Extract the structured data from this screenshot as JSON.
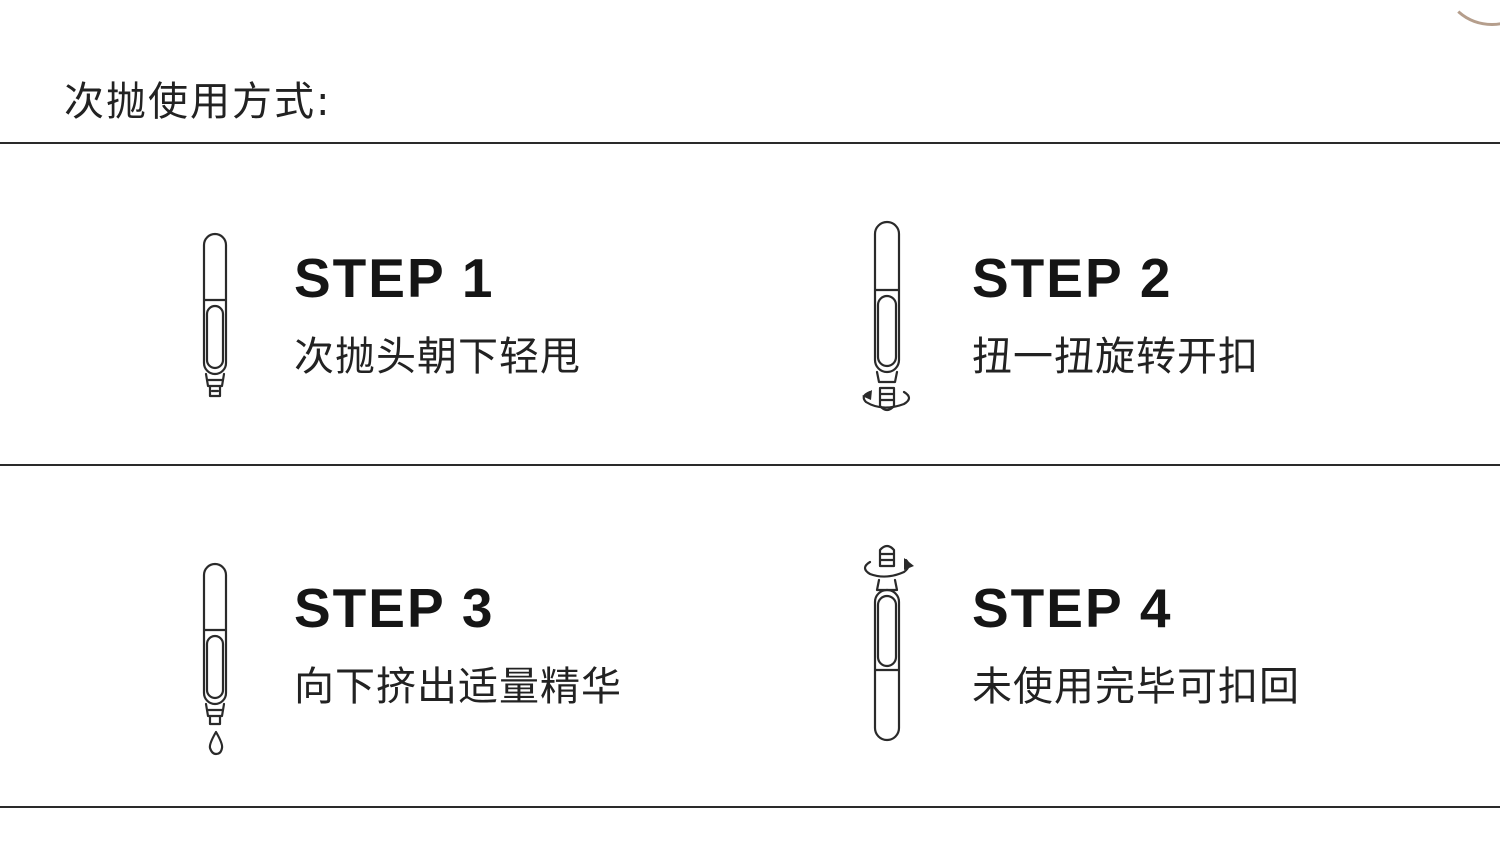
{
  "section": {
    "title": "次抛使用方式:"
  },
  "steps": [
    {
      "label": "STEP 1",
      "description": "次抛头朝下轻甩",
      "icon": "vial-pointing-down-icon"
    },
    {
      "label": "STEP 2",
      "description": "扭一扭旋转开扣",
      "icon": "vial-twist-open-icon"
    },
    {
      "label": "STEP 3",
      "description": "向下挤出适量精华",
      "icon": "vial-squeeze-drop-icon"
    },
    {
      "label": "STEP 4",
      "description": "未使用完毕可扣回",
      "icon": "vial-recap-icon"
    }
  ]
}
